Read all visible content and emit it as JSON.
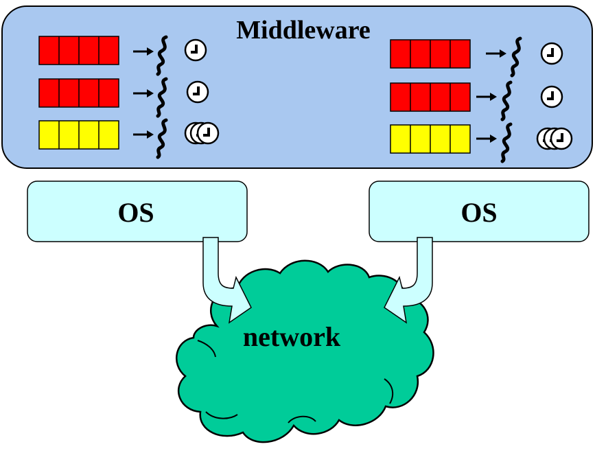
{
  "middleware": {
    "label": "Middleware",
    "panel_color": "#a9c8f0",
    "left_rows": [
      {
        "queue_color": "#ff0000",
        "clocks": 1
      },
      {
        "queue_color": "#ff0000",
        "clocks": 1
      },
      {
        "queue_color": "#ffff00",
        "clocks": 3
      }
    ],
    "right_rows": [
      {
        "queue_color": "#ff0000",
        "clocks": 1
      },
      {
        "queue_color": "#ff0000",
        "clocks": 1
      },
      {
        "queue_color": "#ffff00",
        "clocks": 3
      }
    ],
    "icons": [
      "queue-icon",
      "arrow-icon",
      "thread-squiggle-icon",
      "clock-icon"
    ]
  },
  "os_left": {
    "label": "OS",
    "color": "#ccffff"
  },
  "os_right": {
    "label": "OS",
    "color": "#ccffff"
  },
  "network": {
    "label": "network",
    "color": "#00cc99"
  }
}
